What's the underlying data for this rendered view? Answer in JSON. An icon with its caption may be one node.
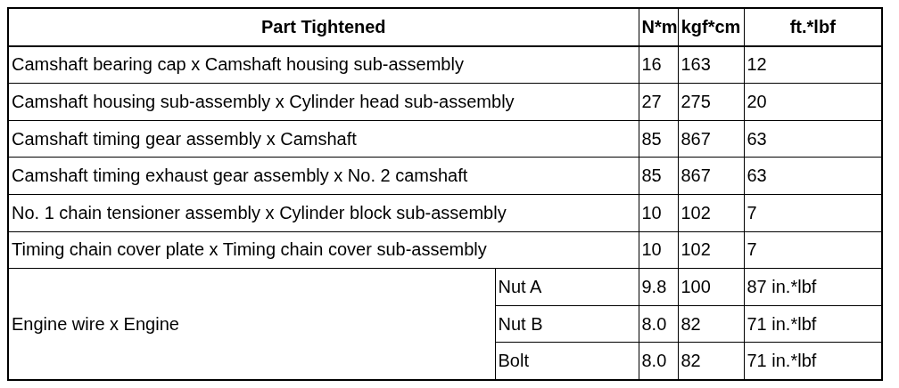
{
  "diagram": {
    "labels": [
      "Part Tightened",
      "N*m",
      "kgf*cm",
      "ft.*lbf",
      "Camshaft bearing cap x Camshaft housing sub-assembly",
      "16",
      "163",
      "12",
      "Camshaft housing sub-assembly x Cylinder head sub-assembly",
      "27",
      "275",
      "20",
      "Camshaft timing gear assembly x Camshaft",
      "85",
      "867",
      "63",
      "Camshaft timing exhaust gear assembly x No. 2 camshaft",
      "85",
      "867",
      "63",
      "No. 1 chain tensioner assembly x Cylinder block sub-assembly",
      "10",
      "102",
      "7",
      "Timing chain cover plate x Timing chain cover sub-assembly",
      "10",
      "102",
      "7",
      "Engine wire x Engine",
      "Nut A",
      "9.8",
      "100",
      "87 in.*lbf",
      "Nut B",
      "8.0",
      "82",
      "71 in.*lbf",
      "Bolt",
      "8.0",
      "82",
      "71 in.*lbf"
    ]
  }
}
